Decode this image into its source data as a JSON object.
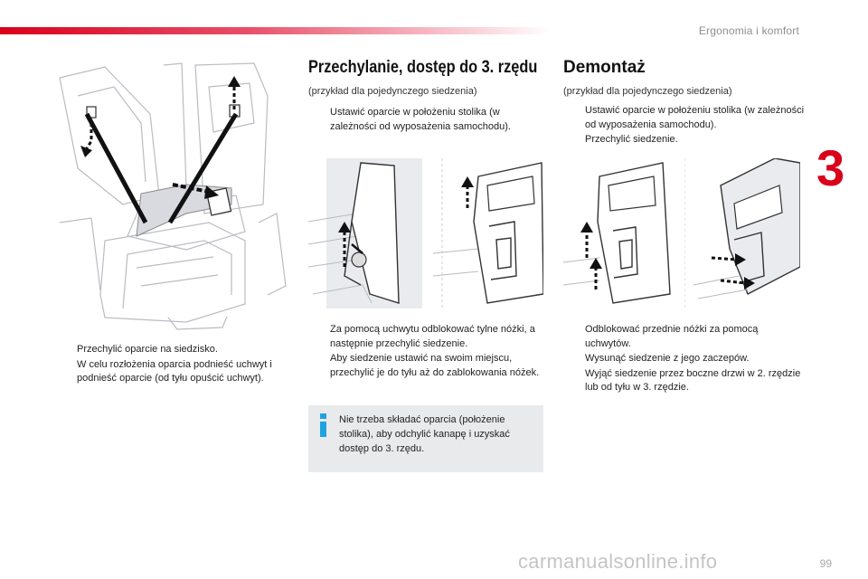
{
  "header": {
    "section": "Ergonomia i komfort",
    "chapter": "3",
    "page": "99"
  },
  "left": {
    "bullets": [
      "Przechylić oparcie na siedzisko.",
      "W celu rozłożenia oparcia podnieść uchwyt i podnieść oparcie (od tyłu opuścić uchwyt)."
    ]
  },
  "middle": {
    "title": "Przechylanie, dostęp do 3. rzędu",
    "subtitle": "(przykład dla pojedynczego siedzenia)",
    "bullets_top": [
      "Ustawić oparcie w położeniu stolika (w zależności od wyposażenia samochodu)."
    ],
    "bullets_bottom": [
      "Za pomocą uchwytu odblokować tylne nóżki, a następnie przechylić siedzenie.",
      "Aby siedzenie ustawić na swoim miejscu, przechylić je do tyłu aż do zablokowania nóżek."
    ],
    "info": "Nie trzeba składać oparcia (położenie stolika), aby odchylić kanapę i uzyskać dostęp do 3. rzędu."
  },
  "right": {
    "title": "Demontaż",
    "subtitle": "(przykład dla pojedynczego siedzenia)",
    "bullets_top": [
      "Ustawić oparcie w położeniu stolika (w zależności od wyposażenia samochodu).",
      "Przechylić siedzenie."
    ],
    "bullets_bottom": [
      "Odblokować przednie nóżki za pomocą uchwytów.",
      "Wysunąć siedzenie z jego zaczepów.",
      "Wyjąć siedzenie przez boczne drzwi w 2. rzędzie lub od tyłu w 3. rzędzie."
    ]
  },
  "bullet_glyph": "",
  "watermark": "carmanualsonline.info"
}
